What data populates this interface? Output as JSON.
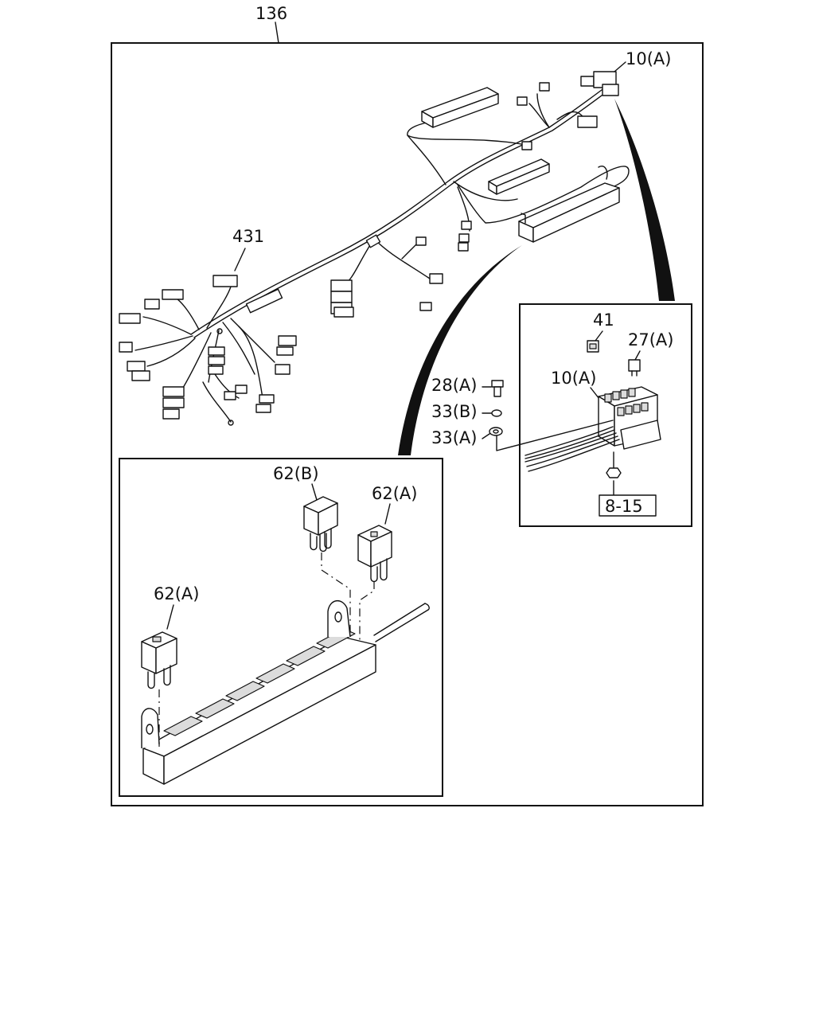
{
  "diagram": {
    "labels": {
      "assembly": "136",
      "harness": "431",
      "relay_block_top": "10(A)",
      "relay_block_detail": "10(A)",
      "fuse_41": "41",
      "fuse_27a": "27(A)",
      "screw_28a": "28(A)",
      "washer_33b": "33(B)",
      "washer_33a": "33(A)",
      "ref_8_15": "8-15",
      "relay_62b": "62(B)",
      "relay_62a_right": "62(A)",
      "relay_62a_left": "62(A)"
    }
  }
}
